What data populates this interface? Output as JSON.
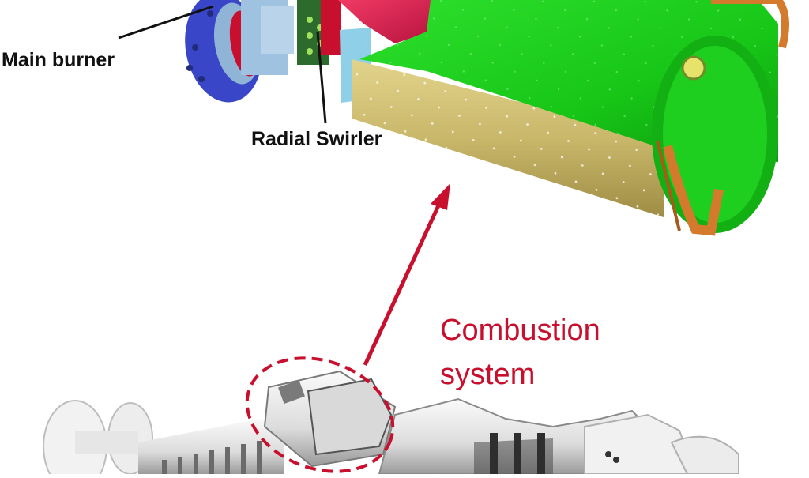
{
  "labels": {
    "main_burner": "Main burner",
    "radial_swirler": "Radial Swirler",
    "combustion_line1": "Combustion",
    "combustion_line2": "system"
  },
  "colors": {
    "callout_red": "#c8102e",
    "leader_black": "#111111",
    "liner_green": "#19d119",
    "casing_magenta": "#e0204f",
    "flange_blue": "#3a46c8",
    "liner_tan": "#c9b76a",
    "copper_ring": "#d47a2c",
    "engine_gray": "#e6e6e6"
  },
  "icons": {
    "combustor_exploded_view": "combustor-cutaway-3d",
    "gas_turbine": "gas-turbine-cutaway",
    "dashed_circle": "dashed-ellipse-highlight",
    "arrow": "red-up-arrow"
  }
}
